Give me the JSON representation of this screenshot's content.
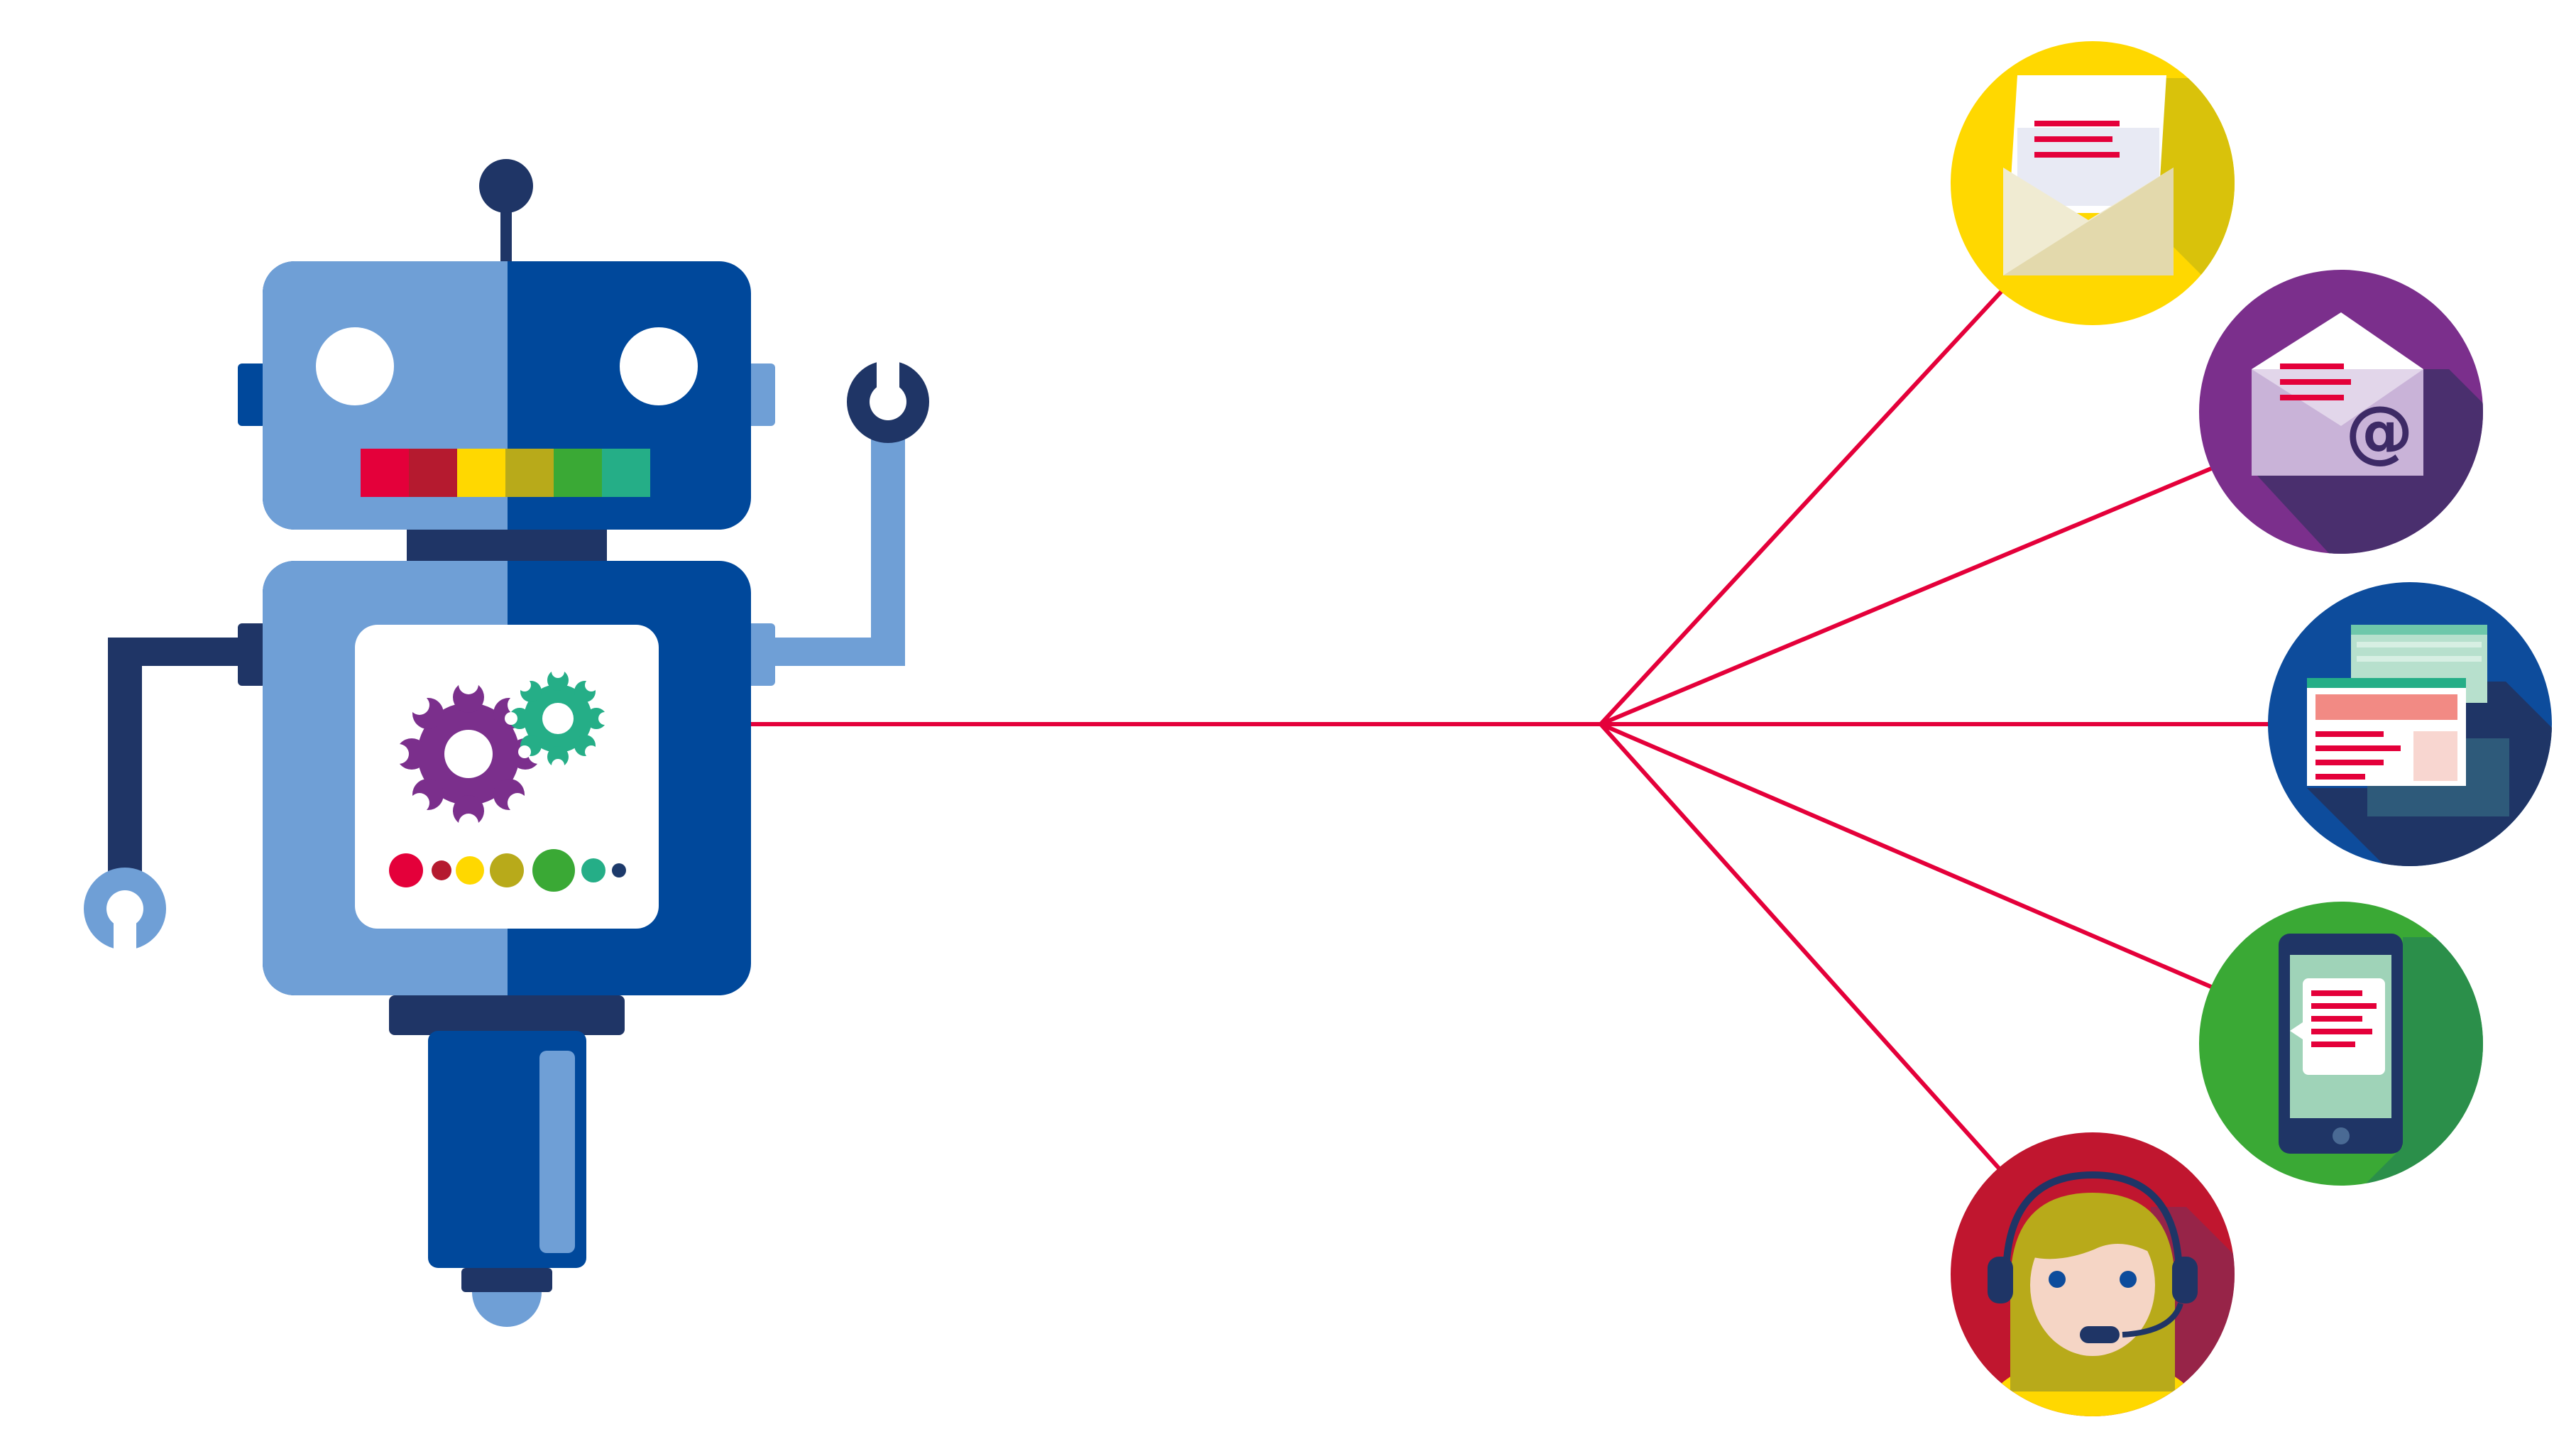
{
  "illustration": {
    "robot": {
      "icon": "robot-icon",
      "mouth_colors": [
        "#e4003a",
        "#b51a2f",
        "#ffd800",
        "#b8aa1a",
        "#3aa935",
        "#25ae87"
      ],
      "chest_dot_colors": [
        "#e4003a",
        "#b51a2f",
        "#ffd800",
        "#b8aa1a",
        "#3aa935",
        "#25ae87",
        "#1d3a6b"
      ]
    },
    "channels": [
      {
        "name": "letter",
        "icon": "letter-envelope-icon",
        "color": "#ffd800"
      },
      {
        "name": "email",
        "icon": "email-at-icon",
        "color": "#7b2f8c"
      },
      {
        "name": "web",
        "icon": "web-windows-icon",
        "color": "#0d4c9c"
      },
      {
        "name": "mobile",
        "icon": "mobile-chat-icon",
        "color": "#3aa935"
      },
      {
        "name": "call-center",
        "icon": "call-center-agent-icon",
        "color": "#c0162f"
      }
    ],
    "connector_color": "#e4003a",
    "palette": {
      "robot_light": "#6f9fd6",
      "robot_dark": "#00489b",
      "robot_navy": "#1f3566"
    }
  }
}
